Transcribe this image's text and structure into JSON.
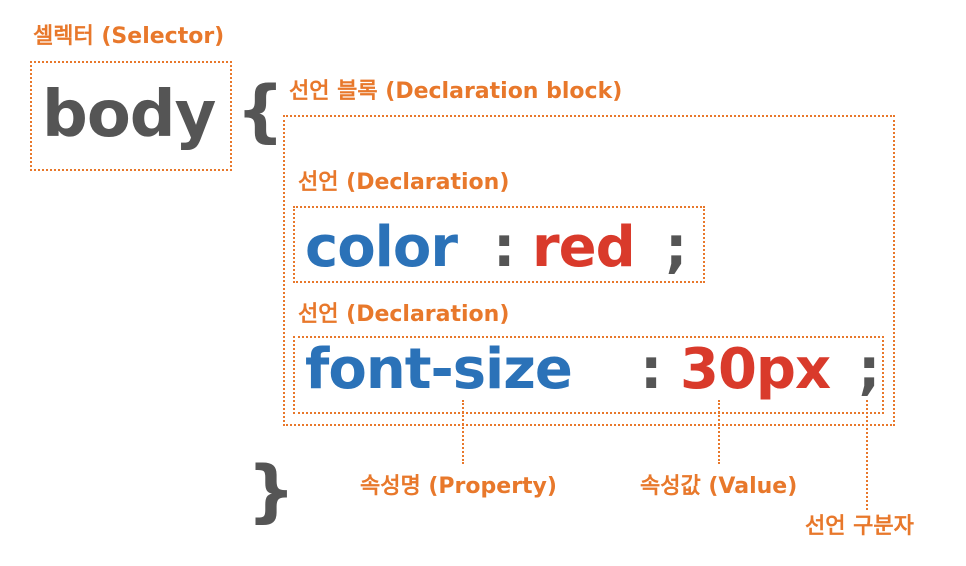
{
  "colors": {
    "annotation": "#E8782B",
    "selector": "#555555",
    "brace": "#555555",
    "property": "#2B72B8",
    "value": "#D93A2B",
    "punctuation": "#555555"
  },
  "labels": {
    "selector": "셀렉터 (Selector)",
    "declaration_block": "선언 블록 (Declaration block)",
    "declaration_1": "선언 (Declaration)",
    "declaration_2": "선언 (Declaration)",
    "property": "속성명 (Property)",
    "value": "속성값 (Value)",
    "separator": "선언 구분자"
  },
  "code": {
    "selector": "body",
    "open_brace": "{",
    "close_brace": "}",
    "declarations": [
      {
        "property": "color",
        "colon": ":",
        "value": "red",
        "semicolon": ";"
      },
      {
        "property": "font-size",
        "colon": ":",
        "value": "30px",
        "semicolon": ";"
      }
    ]
  }
}
